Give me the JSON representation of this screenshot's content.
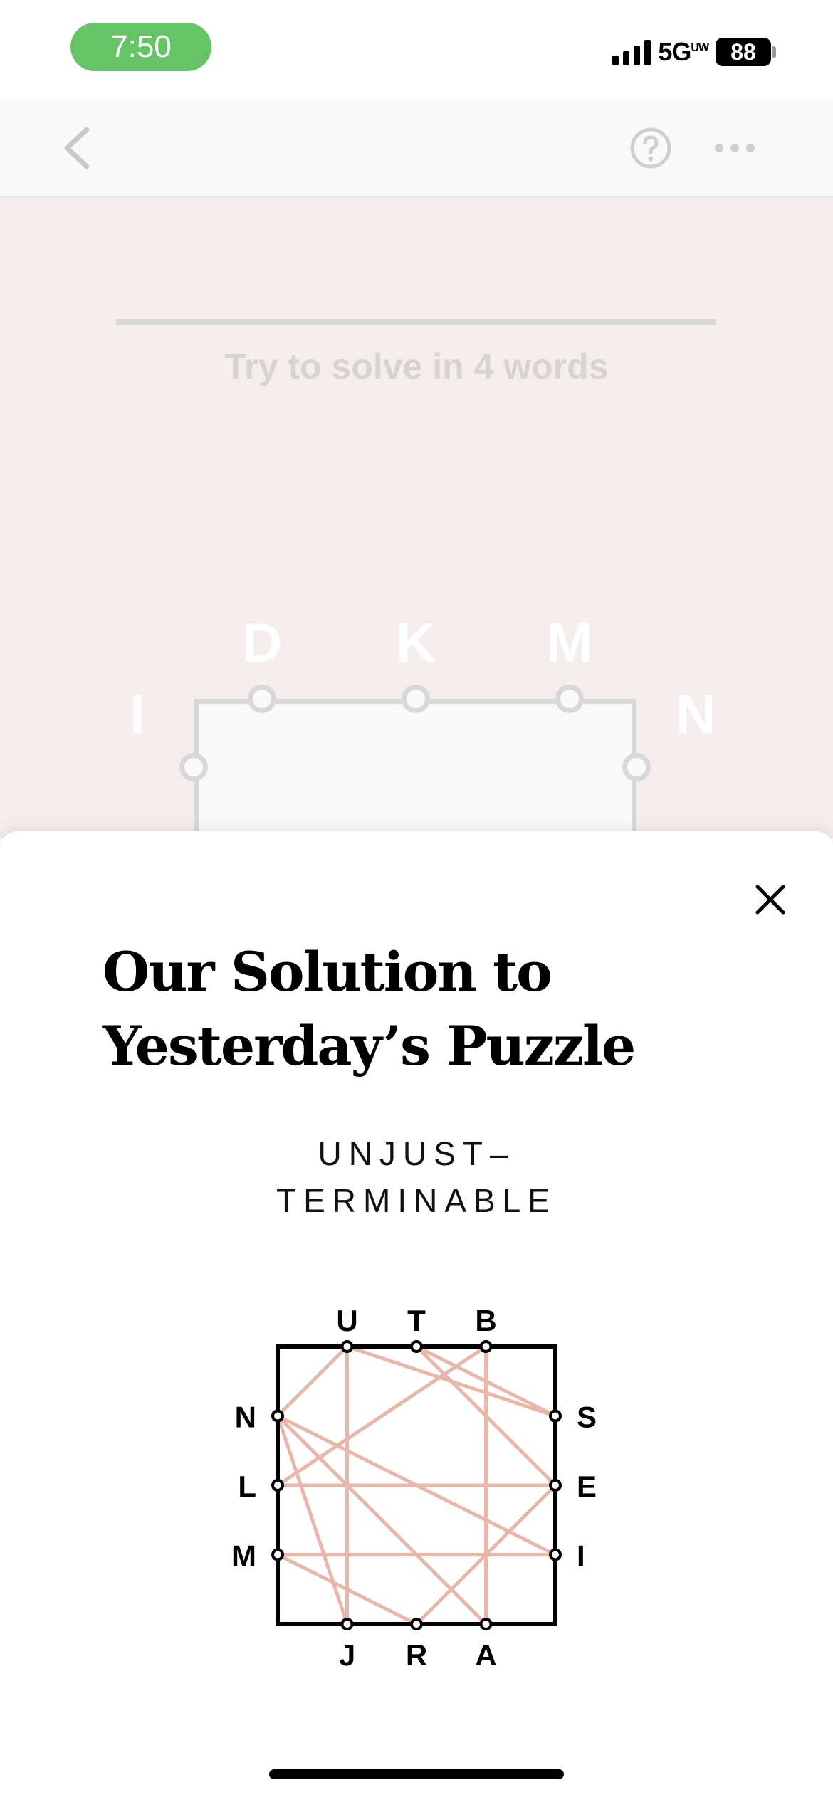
{
  "status_bar": {
    "time": "7:50",
    "network": "5G",
    "network_suffix": "UW",
    "battery": "88",
    "icons": [
      "signal-bars-icon",
      "battery-icon"
    ],
    "colors": {
      "time_pill": "#65c466"
    }
  },
  "nav_bar": {
    "icons": [
      "chevron-left-icon",
      "help-circle-icon",
      "more-horizontal-icon"
    ]
  },
  "game": {
    "hint": "Try to solve in 4 words",
    "top_letters": [
      "D",
      "K",
      "M"
    ],
    "left_letter": "I",
    "right_letter": "N",
    "colors": {
      "background": "#f5eded",
      "box_border": "#d8d8d8"
    }
  },
  "sheet": {
    "title": "Our Solution to Yesterday’s Puzzle",
    "words": [
      "UNJUST–",
      "TERMINABLE"
    ],
    "diagram": {
      "top": [
        "U",
        "T",
        "B"
      ],
      "right": [
        "S",
        "E",
        "I"
      ],
      "bottom": [
        "J",
        "R",
        "A"
      ],
      "left": [
        "N",
        "L",
        "M"
      ],
      "path": [
        "U",
        "N",
        "J",
        "U",
        "S",
        "T",
        "T",
        "E",
        "R",
        "M",
        "I",
        "N",
        "A",
        "B",
        "L",
        "E"
      ],
      "colors": {
        "path": "#eab6aa",
        "box": "#000000"
      }
    }
  }
}
